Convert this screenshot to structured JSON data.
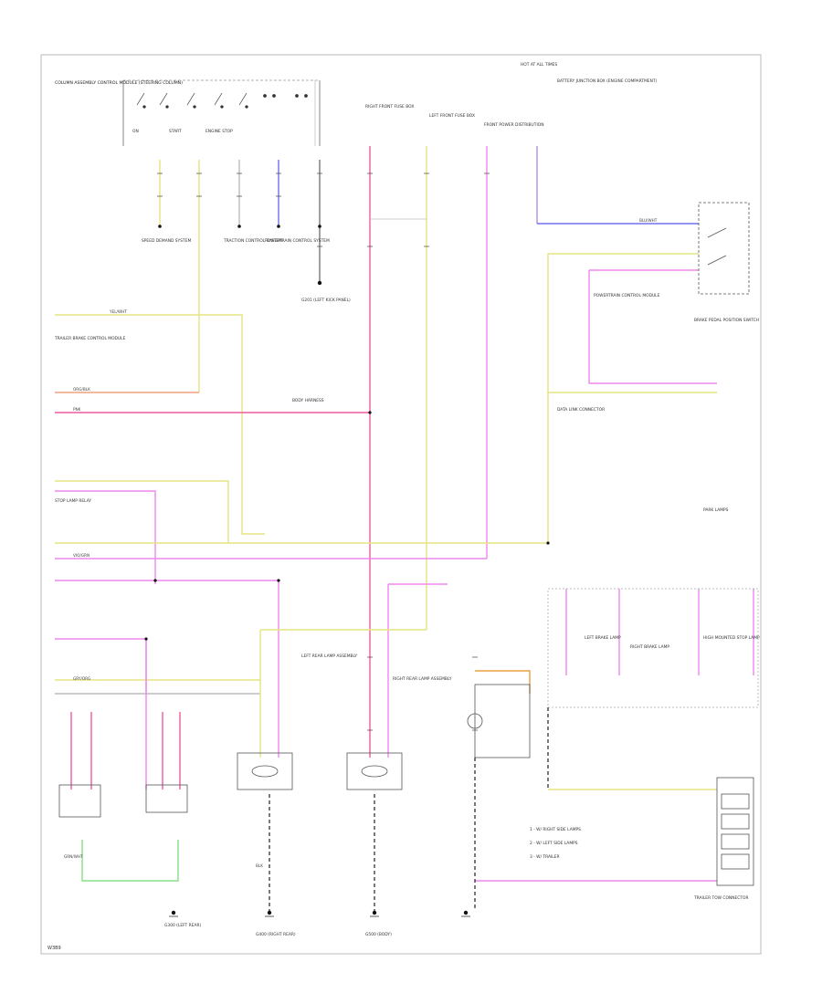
{
  "diagram": {
    "footer_code": "W3B9",
    "colors": {
      "yellow": "#e4e480",
      "pink": "#ee5aa0",
      "magenta": "#ee88ee",
      "violet": "#b98be0",
      "blue": "#7070ee",
      "green": "#88dd88",
      "orange": "#e8a040",
      "gray": "#999999",
      "black": "#111111"
    },
    "labels": {
      "top_left_module": "COLUMN ASSEMBLY CONTROL MODULE (STEERING COLUMN)",
      "sw_on": "ON",
      "sw_start": "START",
      "sw_engine_stop": "ENGINE STOP",
      "lbl_1": "SPEED DEMAND SYSTEM",
      "lbl_2": "TRACTION CONTROL SYSTEM",
      "lbl_3": "POWERTRAIN CONTROL SYSTEM",
      "ground_top": "G201 (LEFT KICK PANEL)",
      "hot_at_all_times": "HOT AT ALL TIMES",
      "right_fuse": "RIGHT FRONT FUSE BOX",
      "left_fuse": "LEFT FRONT FUSE BOX",
      "rear_fuse": "FRONT POWER DISTRIBUTION",
      "battery_junction": "BATTERY JUNCTION BOX (ENGINE COMPARTMENT)",
      "brake_switch_label": "BRAKE PEDAL POSITION SWITCH",
      "trailer_module": "TRAILER BRAKE CONTROL MODULE",
      "powertrain_module": "POWERTRAIN CONTROL MODULE",
      "body_harness": "BODY HARNESS",
      "data_link": "DATA LINK CONNECTOR",
      "brake_lamp_relay": "STOP LAMP RELAY",
      "park_lamps": "PARK LAMPS",
      "left_brake": "LEFT BRAKE LAMP",
      "right_brake": "RIGHT BRAKE LAMP",
      "high_mount": "HIGH MOUNTED STOP LAMP",
      "left_rear": "LEFT REAR LAMP ASSEMBLY",
      "right_rear": "RIGHT REAR LAMP ASSEMBLY",
      "trailer_tow": "TRAILER TOW CONNECTOR",
      "ground_left": "G300 (LEFT REAR)",
      "ground_mid": "G400 (RIGHT REAR)",
      "ground_right": "G500 (BODY)",
      "legend_1": "1 - W/ RIGHT SIDE LAMPS",
      "legend_2": "2 - W/ LEFT SIDE LAMPS",
      "legend_3": "3 - W/ TRAILER"
    },
    "wire_labels": {
      "w_yel": "YEL/WHT",
      "w_pink": "PNK",
      "w_blu": "BLU/WHT",
      "w_gry": "GRY/ORG",
      "w_blk": "BLK",
      "w_vio": "VIO/GRN",
      "w_grn": "GRN/WHT",
      "w_org": "ORG/BLK"
    }
  }
}
